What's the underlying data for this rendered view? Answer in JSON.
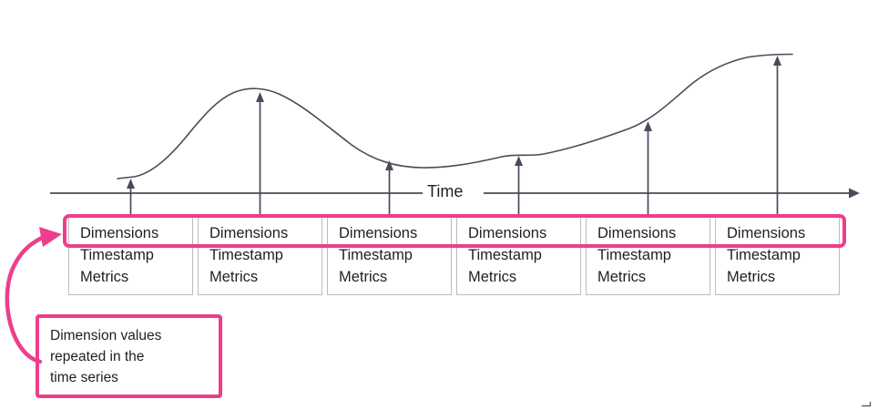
{
  "colors": {
    "accent": "#ED3E8C",
    "stroke": "#484C5A",
    "box_border": "#B9BEC4",
    "text": "#1F1F1F",
    "background": "#FFFFFF"
  },
  "axis": {
    "label": "Time"
  },
  "records": [
    {
      "fields": [
        "Dimensions",
        "Timestamp",
        "Metrics"
      ]
    },
    {
      "fields": [
        "Dimensions",
        "Timestamp",
        "Metrics"
      ]
    },
    {
      "fields": [
        "Dimensions",
        "Timestamp",
        "Metrics"
      ]
    },
    {
      "fields": [
        "Dimensions",
        "Timestamp",
        "Metrics"
      ]
    },
    {
      "fields": [
        "Dimensions",
        "Timestamp",
        "Metrics"
      ]
    },
    {
      "fields": [
        "Dimensions",
        "Timestamp",
        "Metrics"
      ]
    }
  ],
  "callout": {
    "text": "Dimension values\nrepeated in the\ntime series"
  }
}
